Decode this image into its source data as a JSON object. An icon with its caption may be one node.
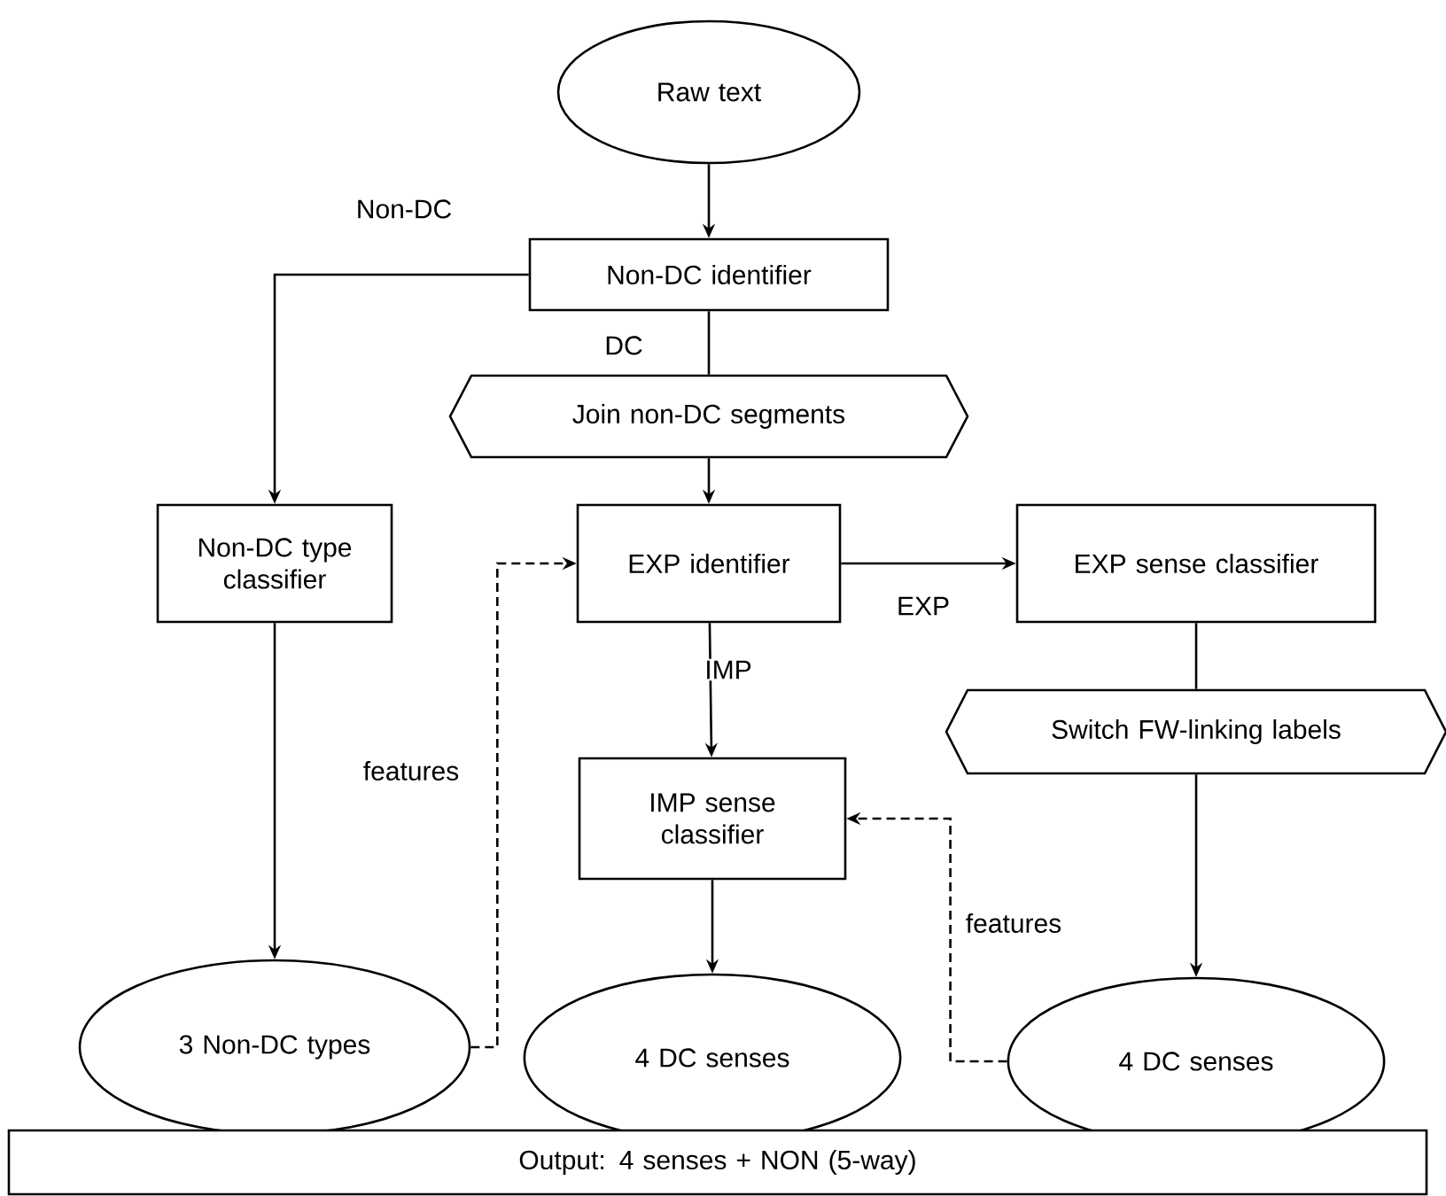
{
  "diagram": {
    "nodes": [
      {
        "text": [
          "Raw text"
        ]
      },
      {
        "text": [
          "Non-DC identifier"
        ]
      },
      {
        "text": [
          "Join non-DC segments"
        ]
      },
      {
        "text": [
          "Non-DC type classifier"
        ]
      },
      {
        "text": [
          "EXP identifier"
        ]
      },
      {
        "text": [
          "EXP sense classifier"
        ]
      },
      {
        "text": [
          "Switch FW-linking labels"
        ]
      },
      {
        "text": [
          "IMP sense classifier"
        ]
      },
      {
        "text": [
          "3 Non-DC types"
        ]
      },
      {
        "text": [
          "4 DC senses"
        ]
      },
      {
        "text": [
          "4 DC senses"
        ]
      },
      {
        "text": [
          "Output: 4 senses + NON (5-way)"
        ]
      }
    ],
    "edges": [
      {
        "from": 0,
        "to": 1,
        "arrow": "to"
      },
      {
        "from": 1,
        "to": 3,
        "arrow": "to",
        "label": "Non-DC"
      },
      {
        "from": 1,
        "to": 2,
        "arrow": "none",
        "label": "DC"
      },
      {
        "from": 2,
        "to": 4,
        "arrow": "to"
      },
      {
        "from": 4,
        "to": 5,
        "arrow": "to",
        "label": "EXP"
      },
      {
        "from": 4,
        "to": 7,
        "arrow": "to",
        "label": "IMP"
      },
      {
        "from": 5,
        "to": 6,
        "arrow": "none"
      },
      {
        "from": 6,
        "to": 10,
        "arrow": "to"
      },
      {
        "from": 3,
        "to": 8,
        "arrow": "to"
      },
      {
        "from": 7,
        "to": 9,
        "arrow": "to"
      },
      {
        "from": 8,
        "to": 4,
        "arrow": "to",
        "style": "dashed",
        "label": "features"
      },
      {
        "from": 10,
        "to": 7,
        "arrow": "to",
        "style": "dashed",
        "label": "features"
      }
    ]
  }
}
